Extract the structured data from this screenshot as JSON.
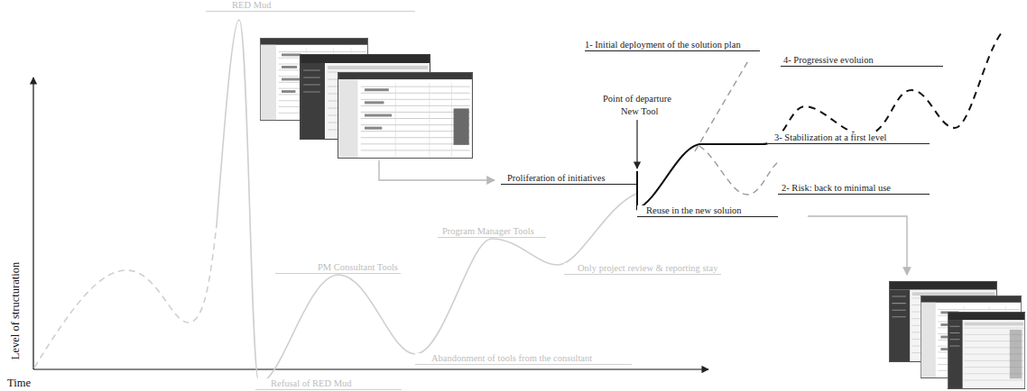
{
  "diagram": {
    "labels": [
      "RED Mud",
      "1- Initial deployment of the solution plan",
      "4- Progressive evoluion",
      "Point of departure",
      "New Tool",
      "3- Stabilization at a first level",
      "Proliferation of initiatives",
      "2- Risk: back to minimal use",
      "Reuse in the new soluion",
      "Program Manager Tools",
      "PM Consultant Tools",
      "Only project review & reporting stay",
      "Abandonment of tools from the consultant",
      "Level of structuration",
      "Time",
      "Refusal of RED Mud"
    ]
  }
}
